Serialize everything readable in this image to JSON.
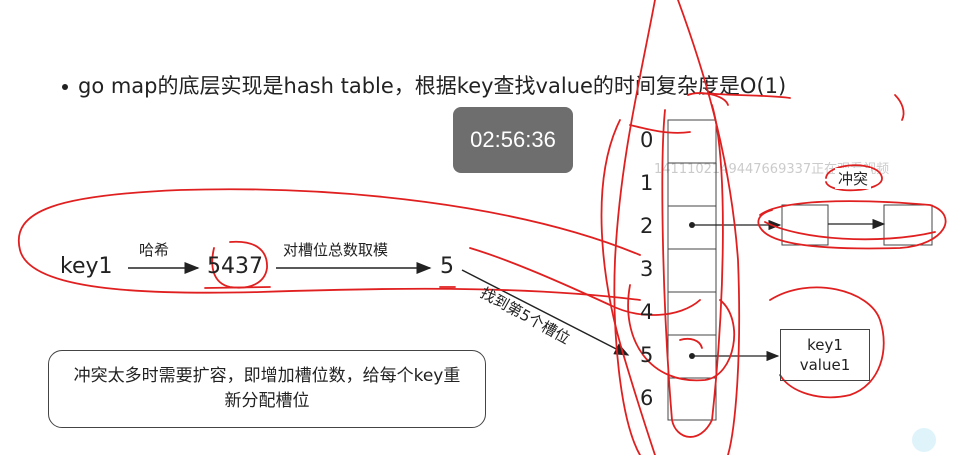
{
  "headline": "go map的底层实现是hash table，根据key查找value的时间复杂度是O(1)",
  "timer": "02:56:36",
  "watermark": "1411102149447669337正在观看视频",
  "flow": {
    "key": "key1",
    "hash_label": "哈希",
    "hash_value": "5437",
    "mod_label": "对槽位总数取模",
    "slot_index": "5",
    "find_label": "找到第5个槽位"
  },
  "slots": [
    "0",
    "1",
    "2",
    "3",
    "4",
    "5",
    "6"
  ],
  "conflict_label": "冲突",
  "entry": {
    "key": "key1",
    "value": "value1"
  },
  "note": "冲突太多时需要扩容，即增加槽位数，给每个key重新分配槽位",
  "colors": {
    "annotation": "#e02020",
    "text": "#222222",
    "timer_bg": "#6e6e6e"
  }
}
